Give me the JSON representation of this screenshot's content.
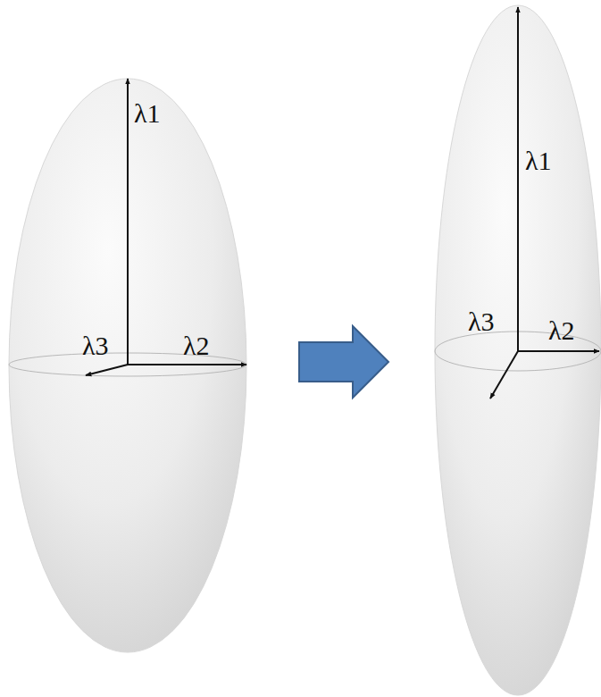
{
  "diagram": {
    "labels": [
      "λ1",
      "λ2",
      "λ3",
      "λ1",
      "λ2",
      "λ3"
    ]
  }
}
